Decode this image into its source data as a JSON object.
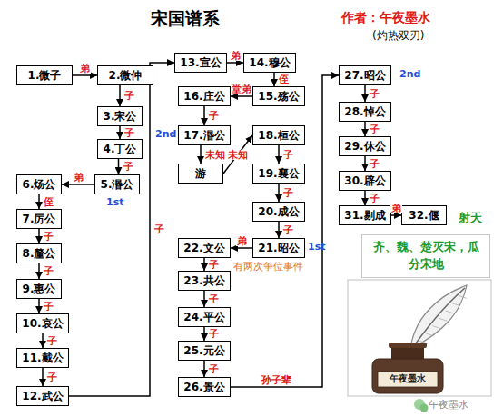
{
  "diagram": {
    "title": "宋国谱系",
    "nodes": [
      {
        "text": [
          "1.微子"
        ]
      },
      {
        "text": [
          "2.微仲"
        ]
      },
      {
        "text": [
          "3.宋公"
        ]
      },
      {
        "text": [
          "4.丁公"
        ]
      },
      {
        "text": [
          "5.湣公"
        ]
      },
      {
        "text": [
          "6.炀公"
        ]
      },
      {
        "text": [
          "7.厉公"
        ]
      },
      {
        "text": [
          "8.釐公"
        ]
      },
      {
        "text": [
          "9.惠公"
        ]
      },
      {
        "text": [
          "10.哀公"
        ]
      },
      {
        "text": [
          "11.戴公"
        ]
      },
      {
        "text": [
          "12.武公"
        ]
      },
      {
        "text": [
          "13.宣公"
        ]
      },
      {
        "text": [
          "14.穆公"
        ]
      },
      {
        "text": [
          "15.殇公"
        ]
      },
      {
        "text": [
          "16.庄公"
        ]
      },
      {
        "text": [
          "17.湣公"
        ]
      },
      {
        "text": [
          "游"
        ]
      },
      {
        "text": [
          "18.桓公"
        ]
      },
      {
        "text": [
          "19.襄公"
        ]
      },
      {
        "text": [
          "20.成公"
        ]
      },
      {
        "text": [
          "21.昭公"
        ]
      },
      {
        "text": [
          "22.文公"
        ]
      },
      {
        "text": [
          "23.共公"
        ]
      },
      {
        "text": [
          "24.平公"
        ]
      },
      {
        "text": [
          "25.元公"
        ]
      },
      {
        "text": [
          "26.景公"
        ]
      },
      {
        "text": [
          "27.昭公"
        ]
      },
      {
        "text": [
          "28.悼公"
        ]
      },
      {
        "text": [
          "29.休公"
        ]
      },
      {
        "text": [
          "30.辟公"
        ]
      },
      {
        "text": [
          "31.剔成"
        ]
      },
      {
        "text": [
          "32.偃"
        ]
      },
      {
        "text": [
          "齐、魏、楚灭宋，瓜分宋地"
        ]
      }
    ],
    "edges": [
      {
        "from": 0,
        "to": 1,
        "arrow": "to",
        "label": "弟"
      },
      {
        "from": 1,
        "to": 2,
        "arrow": "to",
        "label": "子"
      },
      {
        "from": 2,
        "to": 3,
        "arrow": "to",
        "label": "子"
      },
      {
        "from": 3,
        "to": 4,
        "arrow": "to",
        "label": "子"
      },
      {
        "from": 4,
        "to": 5,
        "arrow": "to",
        "label": "弟"
      },
      {
        "from": 5,
        "to": 6,
        "arrow": "to",
        "label": "侄"
      },
      {
        "from": 6,
        "to": 7,
        "arrow": "to",
        "label": "子"
      },
      {
        "from": 7,
        "to": 8,
        "arrow": "to",
        "label": "子"
      },
      {
        "from": 8,
        "to": 9,
        "arrow": "to",
        "label": "子"
      },
      {
        "from": 9,
        "to": 10,
        "arrow": "to",
        "label": "子"
      },
      {
        "from": 10,
        "to": 11,
        "arrow": "to",
        "label": "子"
      },
      {
        "from": 11,
        "to": 12,
        "arrow": "to",
        "label": "子"
      },
      {
        "from": 12,
        "to": 13,
        "arrow": "to",
        "label": "弟"
      },
      {
        "from": 13,
        "to": 14,
        "arrow": "to",
        "label": "侄"
      },
      {
        "from": 14,
        "to": 15,
        "arrow": "to",
        "label": "堂弟"
      },
      {
        "from": 15,
        "to": 16,
        "arrow": "to",
        "label": "子"
      },
      {
        "from": 16,
        "to": 17,
        "arrow": "to",
        "label": "未知"
      },
      {
        "from": 17,
        "to": 18,
        "arrow": "to",
        "label": "未知"
      },
      {
        "from": 18,
        "to": 19,
        "arrow": "to",
        "label": "子"
      },
      {
        "from": 19,
        "to": 20,
        "arrow": "to",
        "label": "子"
      },
      {
        "from": 20,
        "to": 21,
        "arrow": "to",
        "label": "子"
      },
      {
        "from": 21,
        "to": 22,
        "arrow": "to",
        "label": "弟"
      },
      {
        "from": 22,
        "to": 23,
        "arrow": "to",
        "label": "子"
      },
      {
        "from": 23,
        "to": 24,
        "arrow": "to",
        "label": "子"
      },
      {
        "from": 24,
        "to": 25,
        "arrow": "to",
        "label": "子"
      },
      {
        "from": 25,
        "to": 26,
        "arrow": "to",
        "label": "子"
      },
      {
        "from": 26,
        "to": 27,
        "arrow": "to",
        "label": "孙子辈"
      },
      {
        "from": 27,
        "to": 28,
        "arrow": "to",
        "label": "子"
      },
      {
        "from": 28,
        "to": 29,
        "arrow": "to",
        "label": "子"
      },
      {
        "from": 29,
        "to": 30,
        "arrow": "to",
        "label": "子"
      },
      {
        "from": 30,
        "to": 31,
        "arrow": "to",
        "label": "子"
      },
      {
        "from": 31,
        "to": 32,
        "arrow": "to",
        "label": "弟"
      }
    ],
    "labels": [
      "作者：午夜墨水",
      "(灼热双刃)",
      "2nd",
      "2nd",
      "1st",
      "1st",
      "射天",
      "有两次争位事件",
      "午夜墨水",
      "午夜墨水"
    ]
  }
}
